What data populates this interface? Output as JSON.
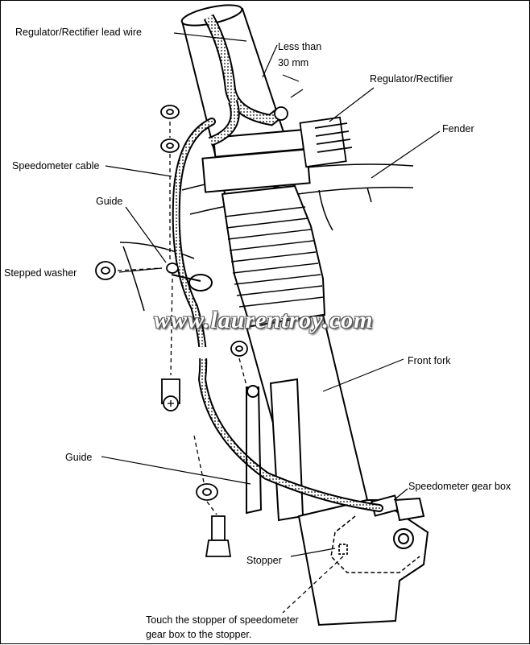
{
  "labels": {
    "lead_wire": "Regulator/Rectifier lead wire",
    "less_than": "Less than",
    "less_than_value": "30 mm",
    "regulator": "Regulator/Rectifier",
    "fender": "Fender",
    "speedometer_cable": "Speedometer cable",
    "guide_top": "Guide",
    "stepped_washer": "Stepped washer",
    "front_fork": "Front fork",
    "guide_bottom": "Guide",
    "gear_box": "Speedometer gear box",
    "stopper": "Stopper",
    "note_line1": "Touch the stopper of speedometer",
    "note_line2": "gear box to the stopper."
  },
  "watermark": "www.laurentroy.com"
}
